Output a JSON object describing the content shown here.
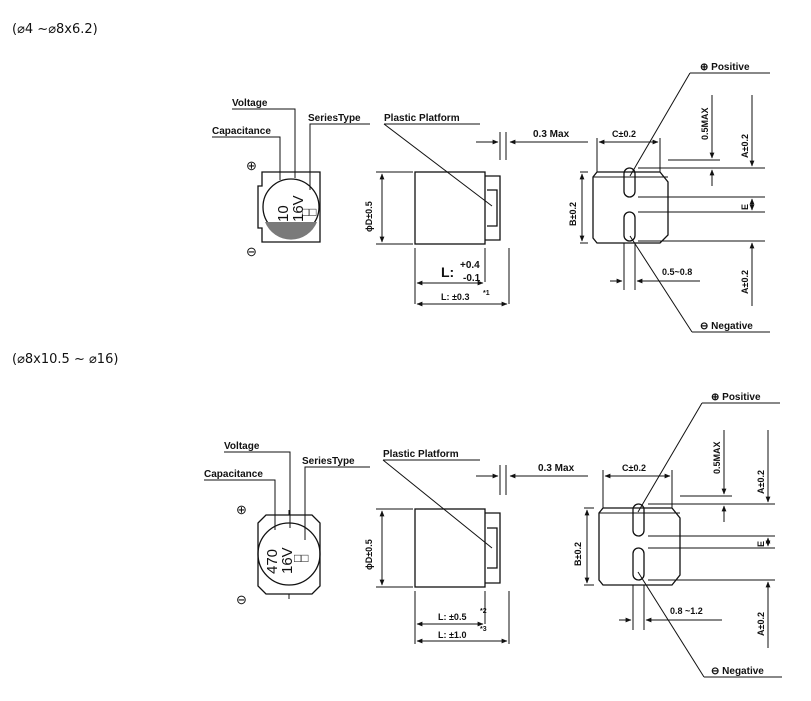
{
  "sections": [
    {
      "heading": "(⌀4 ~⌀8x6.2)",
      "callouts": {
        "voltage": "Voltage",
        "capacitance": "Capacitance",
        "series_type": "SeriesType",
        "plus_sign": "⊕",
        "minus_sign": "⊖"
      },
      "cap_marking": {
        "capacitance": "10",
        "voltage": "16V",
        "series": "□□"
      },
      "side": {
        "plastic_platform": "Plastic Platform",
        "diameter": "ϕD±0.5",
        "clearance": "0.3 Max",
        "length_line1_label": "L:",
        "length_line1_plus": "+0.4",
        "length_line1_minus": "-0.1",
        "length_line1": "",
        "length_line1_sup": "",
        "length_line2": "L: ±0.3",
        "length_line2_sup": "*1"
      },
      "pads": {
        "positive": "⊕ Positive",
        "negative": "⊖ Negative",
        "c_dim": "C±0.2",
        "max_dim": "0.5MAX",
        "a_dim_top": "A±0.2",
        "a_dim_bottom": "A±0.2",
        "b_dim": "B±0.2",
        "e_dim": "E",
        "pad_range": "0.5~0.8"
      }
    },
    {
      "heading": "(⌀8x10.5 ~ ⌀16)",
      "callouts": {
        "voltage": "Voltage",
        "capacitance": "Capacitance",
        "series_type": "SeriesType",
        "plus_sign": "⊕",
        "minus_sign": "⊖"
      },
      "cap_marking": {
        "capacitance": "470",
        "voltage": "16V",
        "series": "□□"
      },
      "side": {
        "plastic_platform": "Plastic Platform",
        "diameter": "ϕD±0.5",
        "clearance": "0.3 Max",
        "length_line1_label": "",
        "length_line1_plus": "",
        "length_line1_minus": "",
        "length_line1": "L: ±0.5",
        "length_line1_sup": "*2",
        "length_line2": "L: ±1.0",
        "length_line2_sup": "*3"
      },
      "pads": {
        "positive": "⊕ Positive",
        "negative": "⊖ Negative",
        "c_dim": "C±0.2",
        "max_dim": "0.5MAX",
        "a_dim_top": "A±0.2",
        "a_dim_bottom": "A±0.2",
        "b_dim": "B±0.2",
        "e_dim": "E",
        "pad_range": "0.8 ~1.2"
      }
    }
  ]
}
